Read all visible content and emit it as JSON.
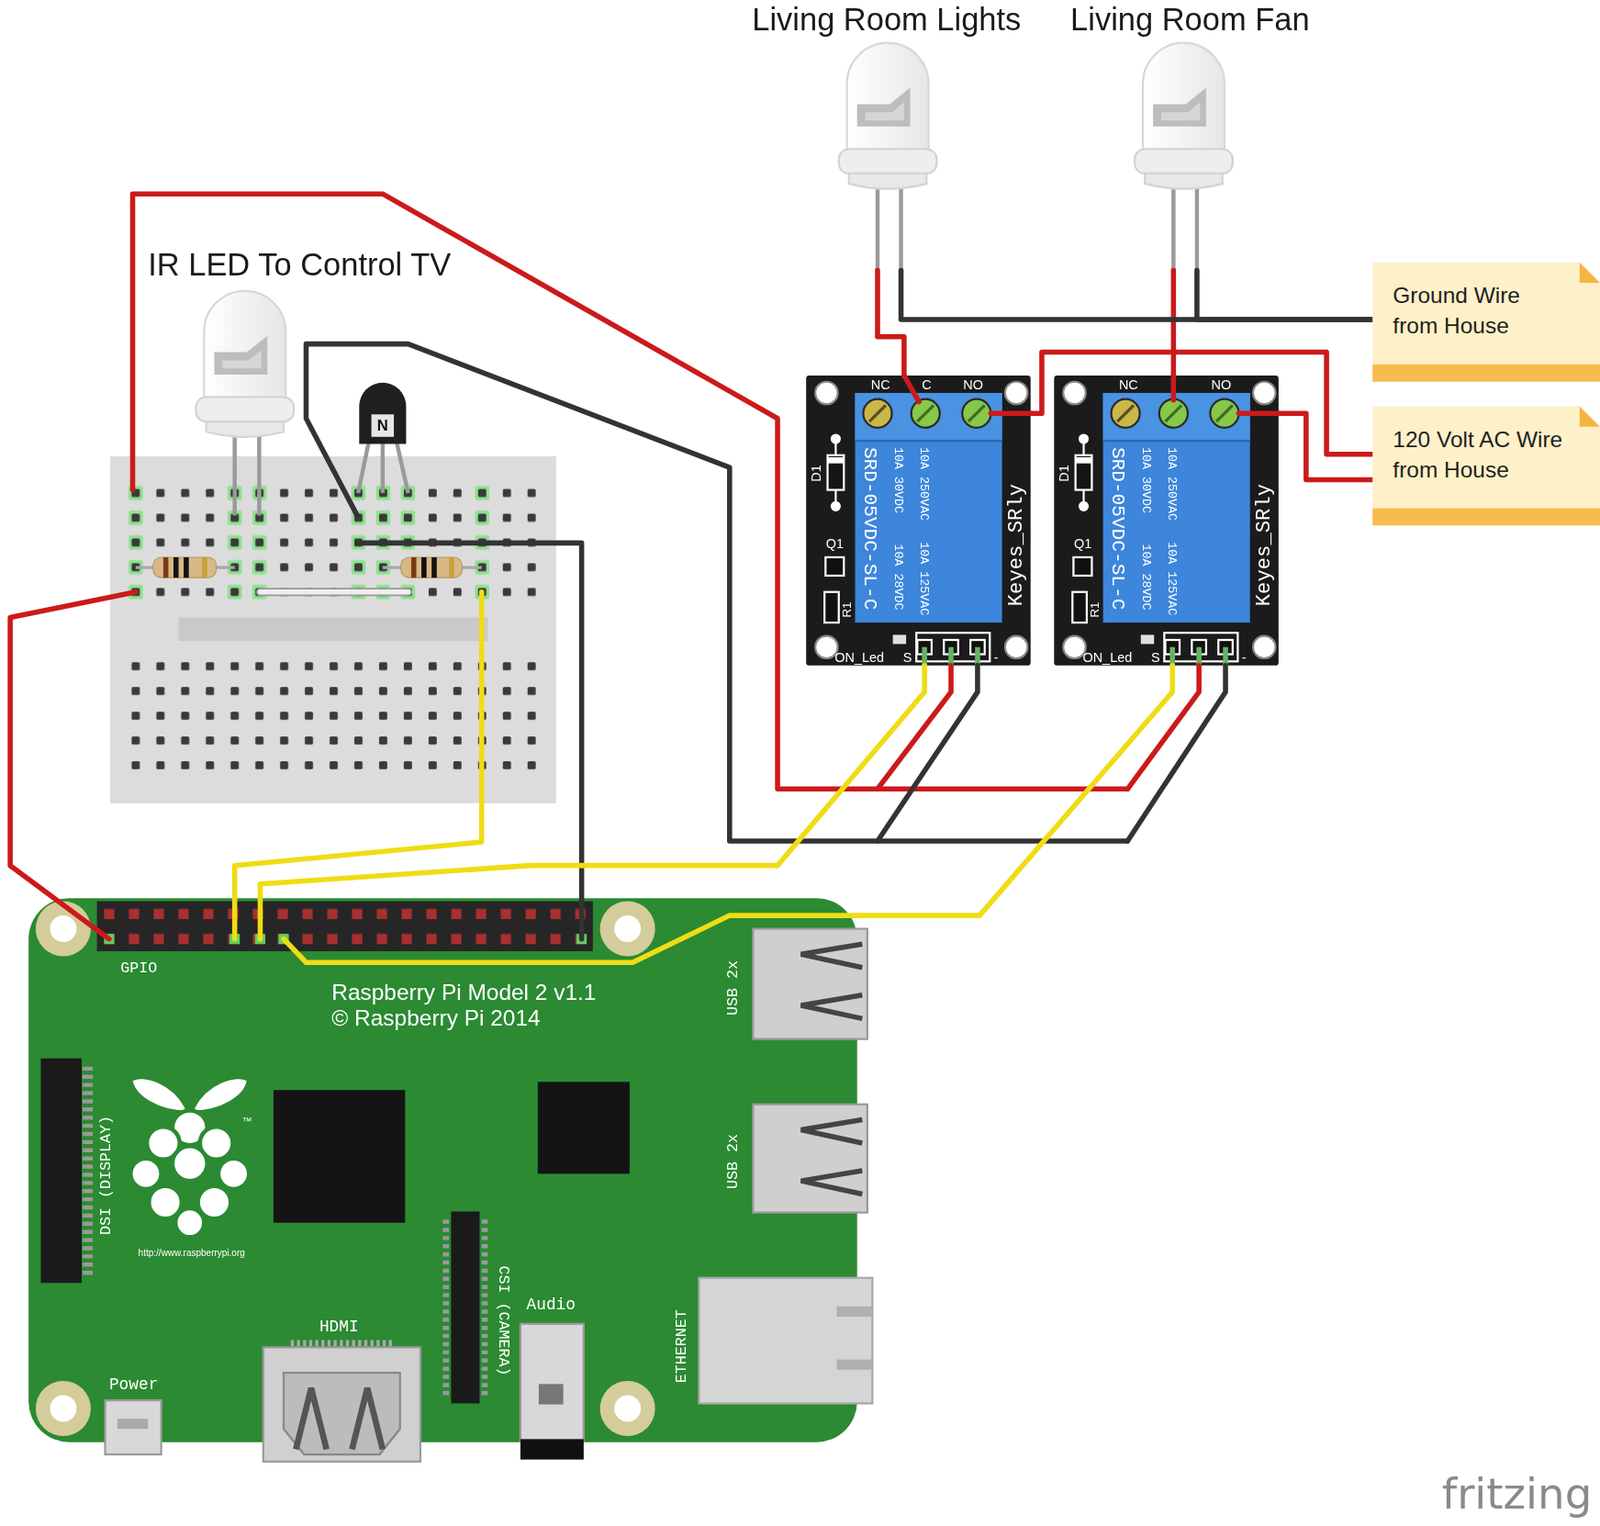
{
  "diagram": {
    "nodes": [
      {
        "text": [
          "Living Room Lights"
        ]
      },
      {
        "text": [
          "Living Room Fan"
        ]
      },
      {
        "text": [
          "IR LED To Control TV"
        ]
      },
      {
        "text": [
          "Ground Wire from House"
        ]
      },
      {
        "text": [
          "NC",
          "C",
          "NO",
          "D1",
          "Q1",
          "R1",
          "SRD-05VDC-SL-C",
          "10A 250VAC",
          "10A 125VAC",
          "10A 30VDC",
          "10A 28VDC",
          "Keyes_SRly",
          "ON_Led",
          "S",
          "-"
        ]
      },
      {
        "text": [
          "NC",
          "NO",
          "D1",
          "Q1",
          "R1",
          "SRD-05VDC-SL-C",
          "10A 250VAC",
          "10A 125VAC",
          "10A 30VDC",
          "10A 28VDC",
          "Keyes_SRly",
          "ON_Led",
          "S",
          "-"
        ]
      },
      {
        "text": [
          "120 Volt AC Wire from House"
        ]
      },
      {
        "text": [
          "GPIO",
          "Raspberry Pi Model 2 v1.1",
          "© Raspberry Pi 2014",
          "USB 2x",
          "USB 2x",
          "™",
          "http://www.raspberrypi.org",
          "DSI (DISPLAY)",
          "ETHERNET",
          "Audio",
          "CSI (CAMERA)",
          "HDMI",
          "Power"
        ]
      }
    ],
    "edges": [
      {
        "from": 4,
        "to": 0,
        "arrow": "none"
      },
      {
        "from": 5,
        "to": 1,
        "arrow": "none"
      },
      {
        "from": 3,
        "to": 0,
        "arrow": "none"
      },
      {
        "from": 3,
        "to": 1,
        "arrow": "none"
      },
      {
        "from": 6,
        "to": 4,
        "arrow": "none"
      },
      {
        "from": 6,
        "to": 5,
        "arrow": "none"
      },
      {
        "from": 4,
        "to": 7,
        "arrow": "none"
      },
      {
        "from": 5,
        "to": 7,
        "arrow": "none"
      }
    ],
    "labels": [
      "N",
      "fritzing"
    ]
  }
}
